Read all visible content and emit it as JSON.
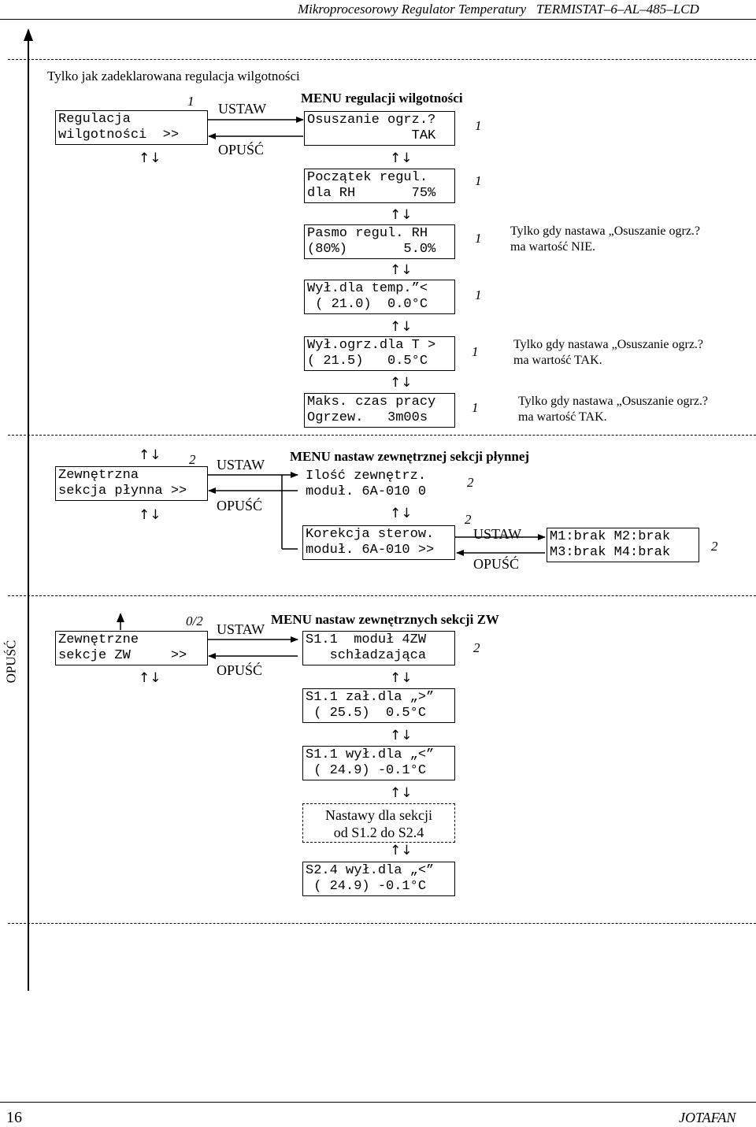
{
  "header": {
    "title": "Mikroprocesorowy Regulator Temperatury   TERMISTAT–6–AL–485–LCD"
  },
  "footer": {
    "page_number": "16",
    "brand": "JOTAFAN"
  },
  "common": {
    "ustaw": "USTAW",
    "opusc": "OPUŚĆ",
    "updown": "↑↓"
  },
  "side_label": "OPUŚĆ",
  "section1": {
    "intro": "Tylko jak zadeklarowana regulacja wilgotności",
    "level_label": "1",
    "main_lcd": "Regulacja\nwilgotności  >>",
    "menu_title": "MENU regulacji wilgotności",
    "items": [
      {
        "lcd": "Osuszanie ogrz.?\n             TAK",
        "level": "1"
      },
      {
        "lcd": "Początek regul.\ndla RH       75%",
        "level": "1"
      },
      {
        "lcd": "Pasmo regul. RH\n(80%)       5.0%",
        "level": "1",
        "note": "Tylko gdy nastawa „Osuszanie ogrz.?\nma wartość NIE."
      },
      {
        "lcd": "Wył.dla temp.”<\n ( 21.0)  0.0°C",
        "level": "1"
      },
      {
        "lcd": "Wył.ogrz.dla T >\n( 21.5)   0.5°C",
        "level": "1",
        "note": "Tylko gdy nastawa „Osuszanie ogrz.?\nma wartość TAK."
      },
      {
        "lcd": "Maks. czas pracy\nOgrzew.   3m00s",
        "level": "1",
        "note": "Tylko gdy nastawa „Osuszanie ogrz.?\nma wartość TAK."
      }
    ]
  },
  "section2": {
    "level_label": "2",
    "main_lcd": "Zewnętrzna\nsekcja płynna >>",
    "menu_title": "MENU nastaw zewnętrznej sekcji płynnej",
    "items": [
      {
        "lcd": "Ilość zewnętrz.\nmoduł. 6A-010 0",
        "level": "2"
      },
      {
        "lcd": "Korekcja sterow.\nmoduł. 6A-010 >>",
        "level": "2"
      }
    ],
    "sub_lcd": "M1:brak M2:brak\nM3:brak M4:brak",
    "sub_level": "2"
  },
  "section3": {
    "level_label": "0/2",
    "main_lcd": "Zewnętrzne\nsekcje ZW     >>",
    "menu_title": "MENU nastaw zewnętrznych sekcji ZW",
    "items": [
      {
        "lcd": "S1.1  moduł 4ZW\n   schładzająca",
        "level": "2"
      },
      {
        "lcd": "S1.1 zał.dla „>”\n ( 25.5)  0.5°C"
      },
      {
        "lcd": "S1.1 wył.dla „<”\n ( 24.9) -0.1°C"
      },
      {
        "lcd": "Nastawy dla sekcji\nod S1.2 do S2.4"
      },
      {
        "lcd": "S2.4 wył.dla „<”\n ( 24.9) -0.1°C"
      }
    ]
  }
}
